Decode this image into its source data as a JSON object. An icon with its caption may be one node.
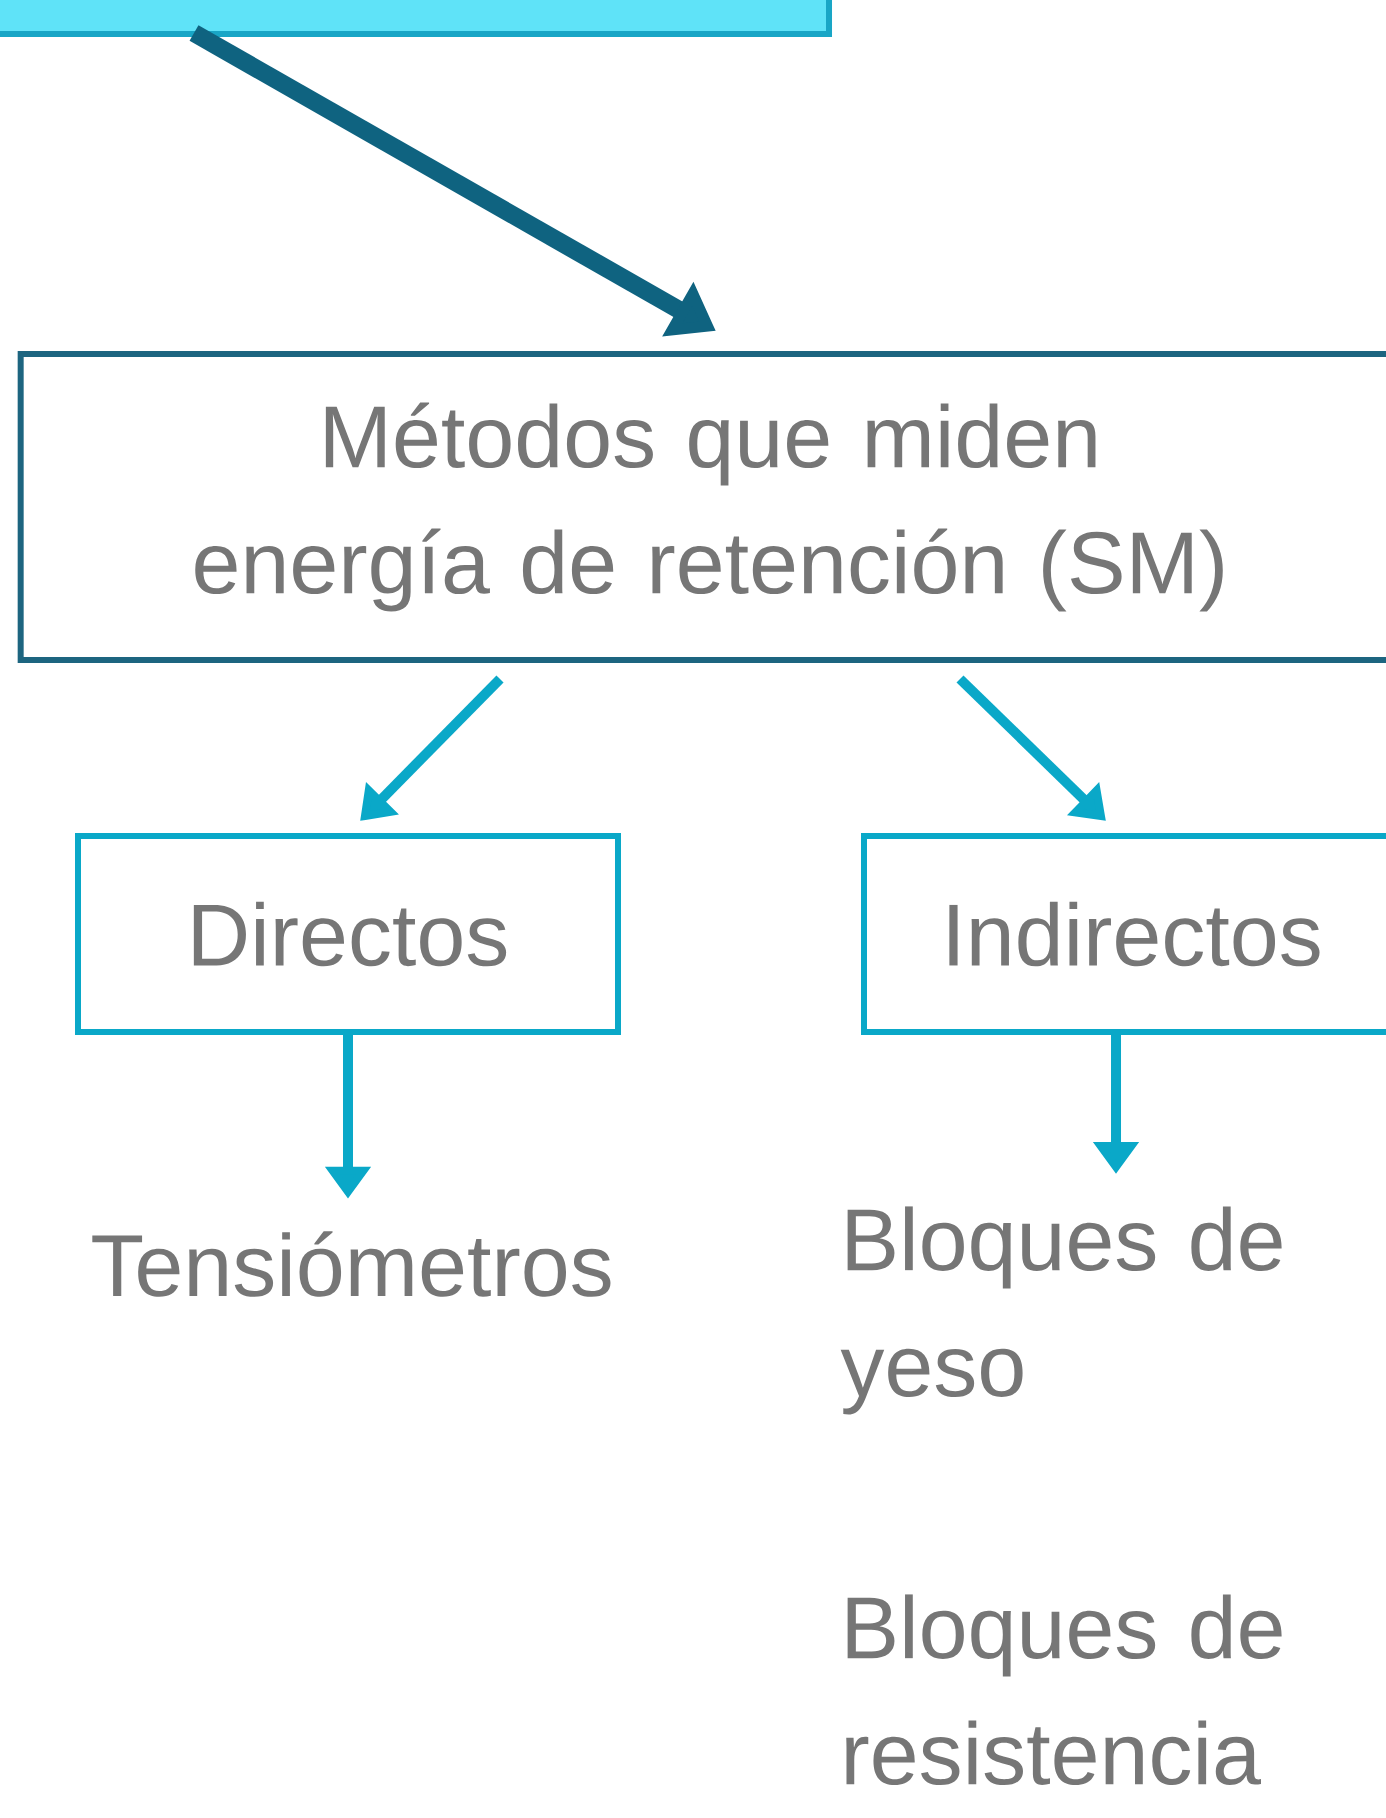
{
  "diagram": {
    "nodes": [
      {
        "text": [],
        "shape": "box"
      },
      {
        "text": [
          "Métodos que miden energía de retención (SM)"
        ]
      },
      {
        "text": [
          "Directos"
        ]
      },
      {
        "text": [
          "Indirectos"
        ]
      },
      {
        "text": [
          "Tensiómetros"
        ]
      },
      {
        "text": [
          "Bloques de yeso"
        ]
      },
      {
        "text": [
          "Bloques de resistencia"
        ]
      }
    ],
    "edges": [
      {
        "from": 0,
        "to": 1,
        "arrow": "to",
        "style": "thick",
        "color": "#0f6380"
      },
      {
        "from": 1,
        "to": 2,
        "arrow": "to"
      },
      {
        "from": 1,
        "to": 3,
        "arrow": "to"
      },
      {
        "from": 2,
        "to": 4,
        "arrow": "to"
      },
      {
        "from": 3,
        "to": 5,
        "arrow": "to"
      }
    ]
  }
}
